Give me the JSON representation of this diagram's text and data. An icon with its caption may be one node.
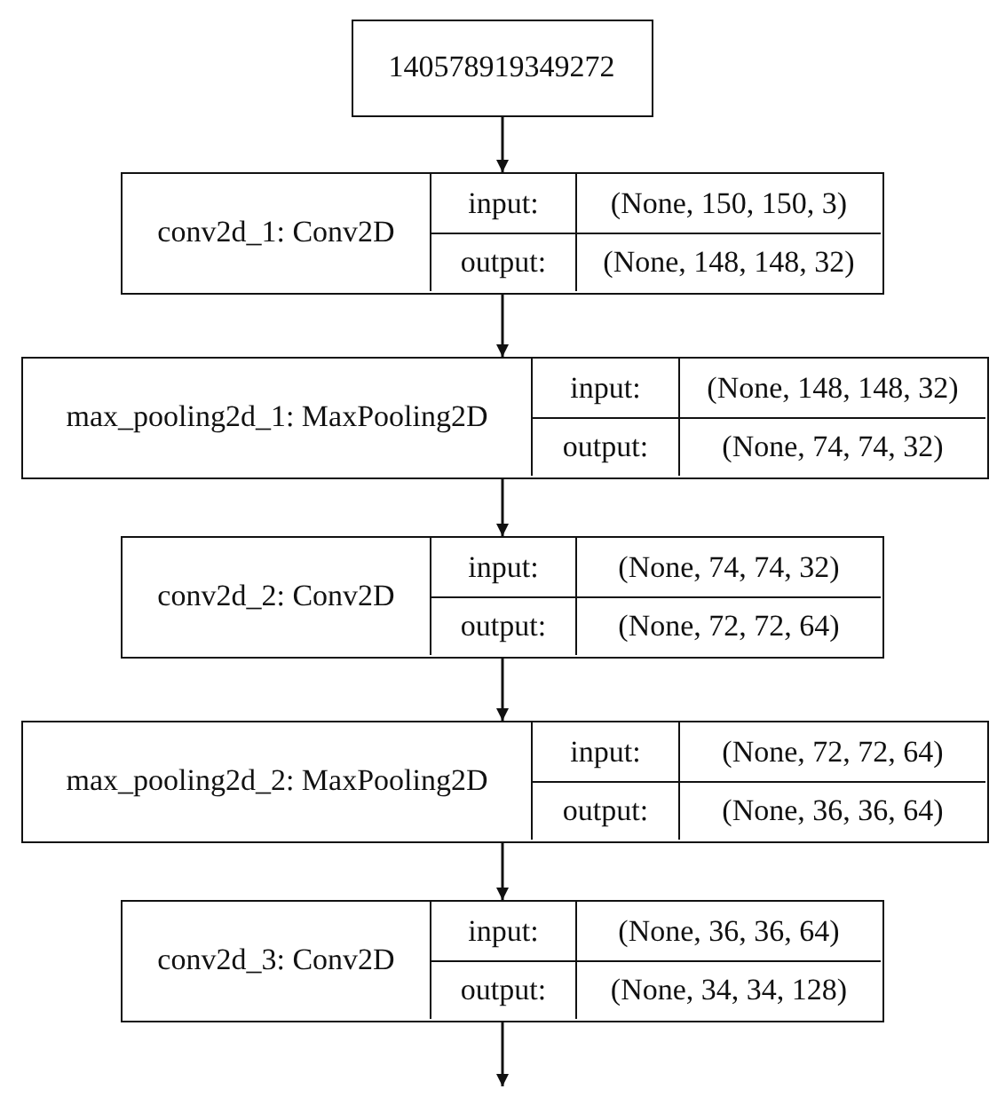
{
  "diagram": {
    "nodes": [
      {
        "text": [
          "140578919349272"
        ]
      },
      {
        "text": [
          "conv2d_1: Conv2D",
          "input:",
          "(None, 150, 150, 3)",
          "output:",
          "(None, 148, 148, 32)"
        ]
      },
      {
        "text": [
          "max_pooling2d_1: MaxPooling2D",
          "input:",
          "(None, 148, 148, 32)",
          "output:",
          "(None, 74, 74, 32)"
        ]
      },
      {
        "text": [
          "conv2d_2: Conv2D",
          "input:",
          "(None, 74, 74, 32)",
          "output:",
          "(None, 72, 72, 64)"
        ]
      },
      {
        "text": [
          "max_pooling2d_2: MaxPooling2D",
          "input:",
          "(None, 72, 72, 64)",
          "output:",
          "(None, 36, 36, 64)"
        ]
      },
      {
        "text": [
          "conv2d_3: Conv2D",
          "input:",
          "(None, 36, 36, 64)",
          "output:",
          "(None, 34, 34, 128)"
        ]
      }
    ],
    "edges": [
      {
        "from": 0,
        "to": 1,
        "arrow": "to"
      },
      {
        "from": 1,
        "to": 2,
        "arrow": "to"
      },
      {
        "from": 2,
        "to": 3,
        "arrow": "to"
      },
      {
        "from": 3,
        "to": 4,
        "arrow": "to"
      },
      {
        "from": 4,
        "to": 5,
        "arrow": "to"
      },
      {
        "from": 5,
        "to": null,
        "arrow": "to"
      }
    ]
  }
}
